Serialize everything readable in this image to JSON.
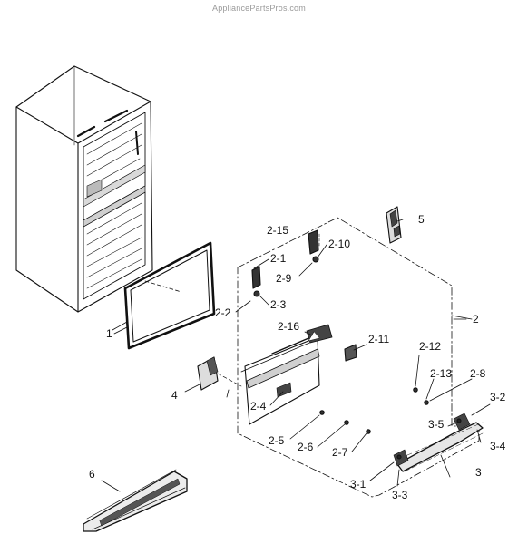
{
  "watermark": "AppliancePartsPros.com",
  "callouts": [
    {
      "id": "c1",
      "text": "1"
    },
    {
      "id": "c2",
      "text": "2"
    },
    {
      "id": "c2_1",
      "text": "2-1"
    },
    {
      "id": "c2_2",
      "text": "2-2"
    },
    {
      "id": "c2_3",
      "text": "2-3"
    },
    {
      "id": "c2_4",
      "text": "2-4"
    },
    {
      "id": "c2_5",
      "text": "2-5"
    },
    {
      "id": "c2_6",
      "text": "2-6"
    },
    {
      "id": "c2_7",
      "text": "2-7"
    },
    {
      "id": "c2_8",
      "text": "2-8"
    },
    {
      "id": "c2_9",
      "text": "2-9"
    },
    {
      "id": "c2_10",
      "text": "2-10"
    },
    {
      "id": "c2_11",
      "text": "2-11"
    },
    {
      "id": "c2_12",
      "text": "2-12"
    },
    {
      "id": "c2_13",
      "text": "2-13"
    },
    {
      "id": "c2_15",
      "text": "2-15"
    },
    {
      "id": "c2_16",
      "text": "2-16"
    },
    {
      "id": "c3",
      "text": "3"
    },
    {
      "id": "c3_1",
      "text": "3-1"
    },
    {
      "id": "c3_2",
      "text": "3-2"
    },
    {
      "id": "c3_3",
      "text": "3-3"
    },
    {
      "id": "c3_4",
      "text": "3-4"
    },
    {
      "id": "c3_5",
      "text": "3-5"
    },
    {
      "id": "c4",
      "text": "4"
    },
    {
      "id": "c5",
      "text": "5"
    },
    {
      "id": "c6",
      "text": "6"
    }
  ]
}
